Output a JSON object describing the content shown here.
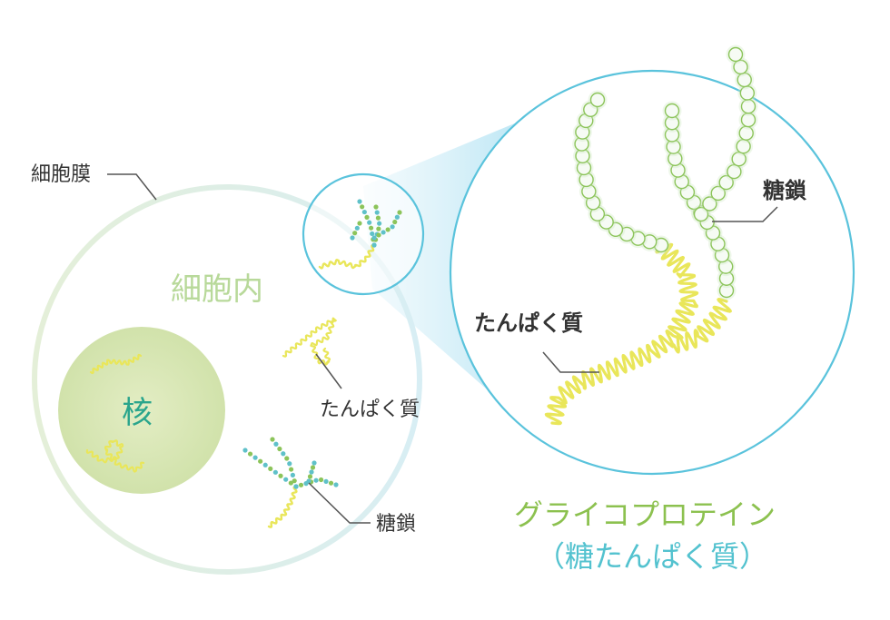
{
  "labels": {
    "membrane": "細胞膜",
    "cytoplasm": "細胞内",
    "nucleus": "核",
    "protein_small": "たんぱく質",
    "sugar_chain_small": "糖鎖",
    "protein_large": "たんぱく質",
    "sugar_chain_large": "糖鎖",
    "glycoprotein_title": "グライコプロテイン",
    "glycoprotein_subtitle": "（糖たんぱく質）"
  },
  "colors": {
    "membrane_ring": "#dfeede",
    "nucleus_fill": "#d5e6b2",
    "nucleus_text": "#2aa58c",
    "cytoplasm_text": "#b8d99a",
    "protein_yellow": "#e9e65a",
    "bead_green": "#8cc45a",
    "bead_teal": "#5fc1c9",
    "zoom_ring": "#5ac3dc",
    "label_text": "#333333",
    "title_green": "#8cc14f",
    "title_teal": "#53c2cf"
  }
}
